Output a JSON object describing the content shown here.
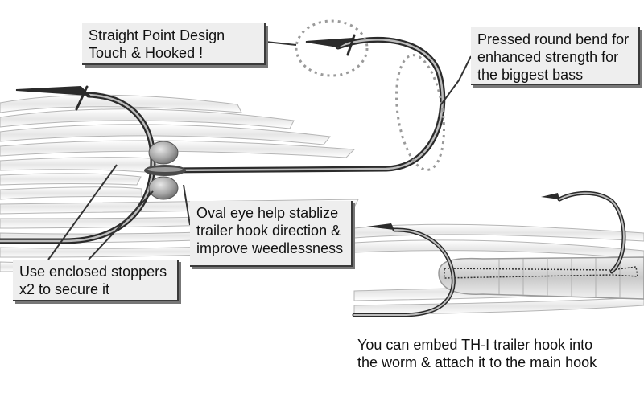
{
  "callouts": {
    "straight_point": [
      "Straight Point Design",
      "Touch & Hooked !"
    ],
    "pressed_bend": [
      "Pressed round bend for",
      "enhanced strength for",
      "the biggest bass"
    ],
    "oval_eye": [
      "Oval eye help stablize",
      "trailer hook direction &",
      "improve weedlessness"
    ],
    "stoppers": [
      "Use enclosed stoppers",
      "x2 to secure it"
    ],
    "embed": [
      "You can embed TH-I trailer hook into",
      "the worm & attach it to the main hook"
    ]
  },
  "colors": {
    "hook_dark": "#2b2b2b",
    "hook_light": "#bdbdbd",
    "skirt_light": "#f4f4f4",
    "skirt_stroke": "#b5b5b5",
    "worm_fill": "#d0d0d0",
    "callout_bg": "#eeeeee",
    "leader": "#333333",
    "dotted_outline": "#9a9a9a"
  }
}
